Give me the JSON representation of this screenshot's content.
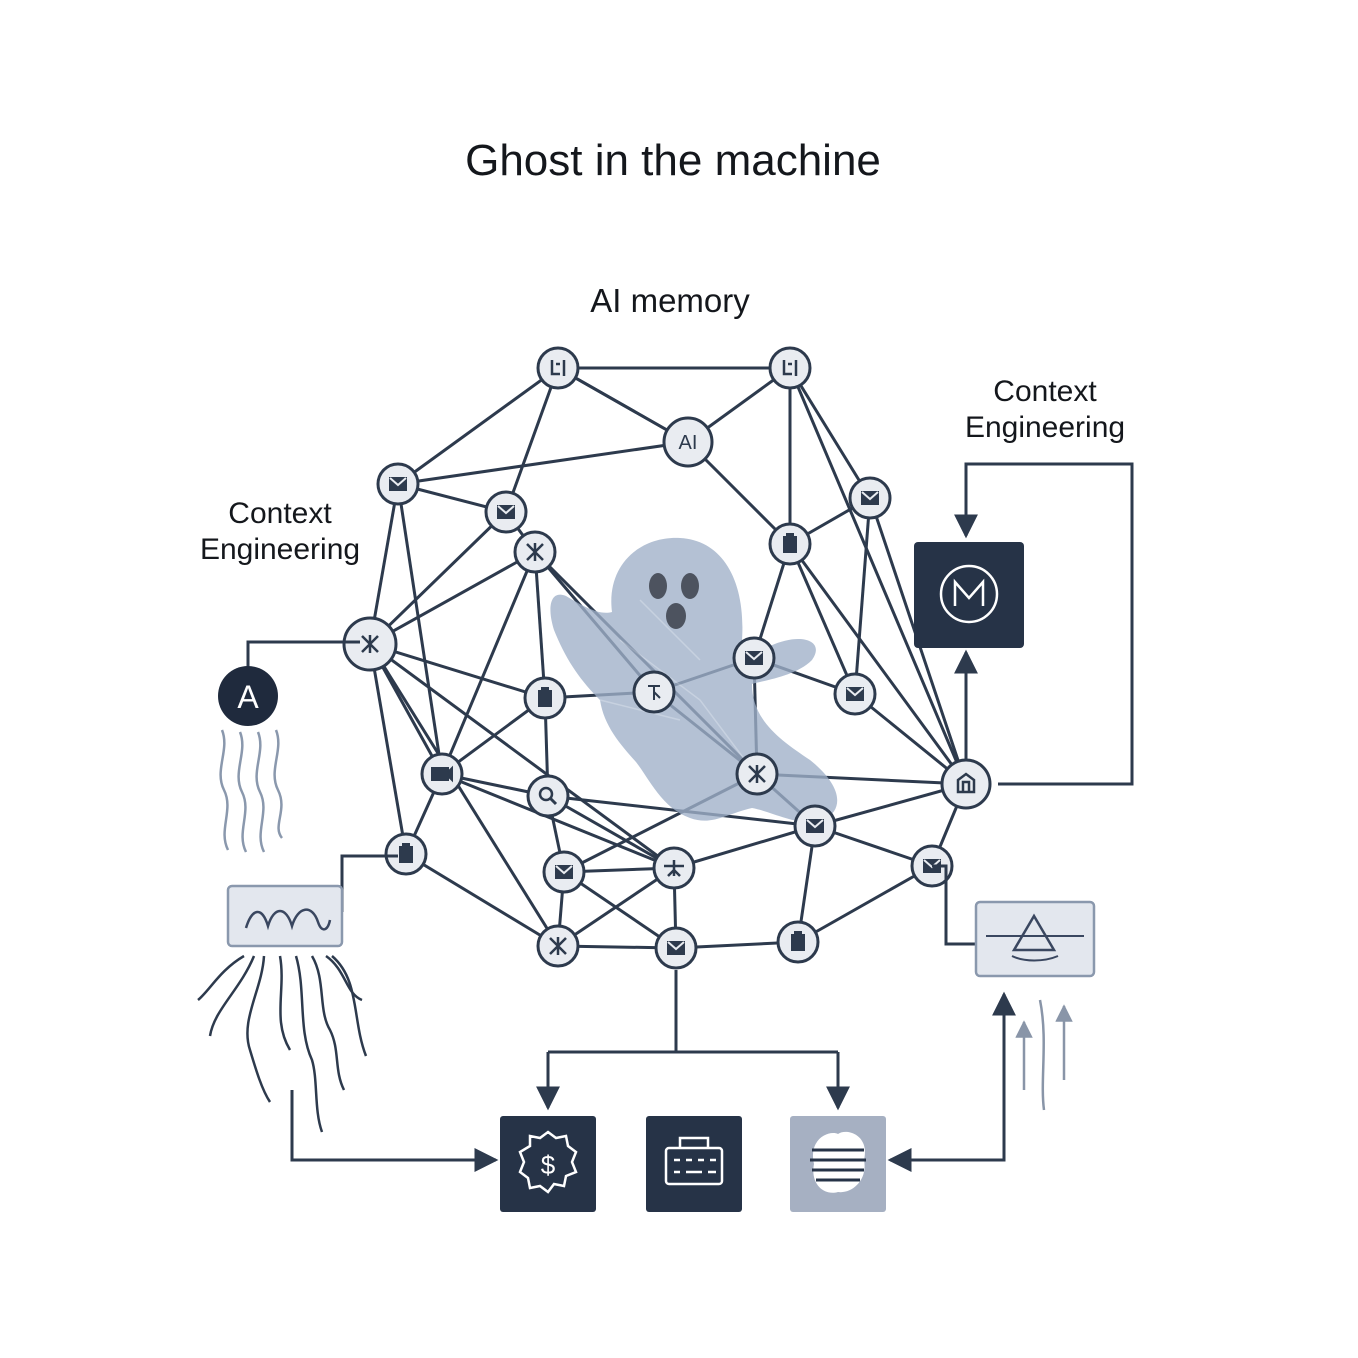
{
  "title": "Ghost in the machine",
  "labels": {
    "ai_memory": "AI memory",
    "context_right": [
      "Context",
      "Engineering"
    ],
    "context_left": [
      "Context",
      "Engineering"
    ]
  },
  "node_glyphs": {
    "ai": "AI",
    "agent": "A",
    "memory": "M",
    "billing": "$"
  },
  "icons": [
    "envelope-icon",
    "battery-icon",
    "search-icon",
    "cross-icon",
    "gear-icon",
    "ghost-icon",
    "keyboard-icon",
    "stack-icon",
    "wave-icon",
    "triangle-icon"
  ],
  "colors": {
    "navy": "#263347",
    "line": "#2d3a4d",
    "node_fill": "#e9ecf1",
    "ghost": "#9fb0c8",
    "panel": "#e3e7ee",
    "grey_tile": "#a6b0c2"
  }
}
